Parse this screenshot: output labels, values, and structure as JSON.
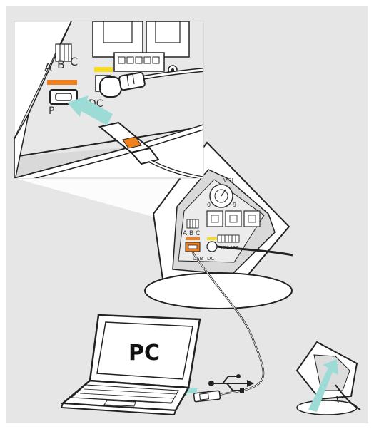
{
  "colors": {
    "panel_background": "#e6e6e6",
    "accent_orange": "#f07f1e",
    "accent_yellow": "#f5dc1e",
    "arrow_cyan": "#9ddbd6",
    "line": "#222222"
  },
  "zoom_labels": {
    "switch_a": "A",
    "switch_b": "B",
    "switch_c": "C",
    "port_p": "P",
    "port_dc": "DC"
  },
  "device_labels": {
    "switch_abc": "A B C",
    "port_usb": "USB",
    "port_dc": "DC",
    "pins": "123456",
    "dial": "VOL",
    "dial_min": "0",
    "dial_max": "9"
  },
  "laptop": {
    "screen_text": "PC"
  },
  "icons": {
    "usb_symbol": "usb-icon",
    "insert_arrow": "arrow-icon"
  }
}
